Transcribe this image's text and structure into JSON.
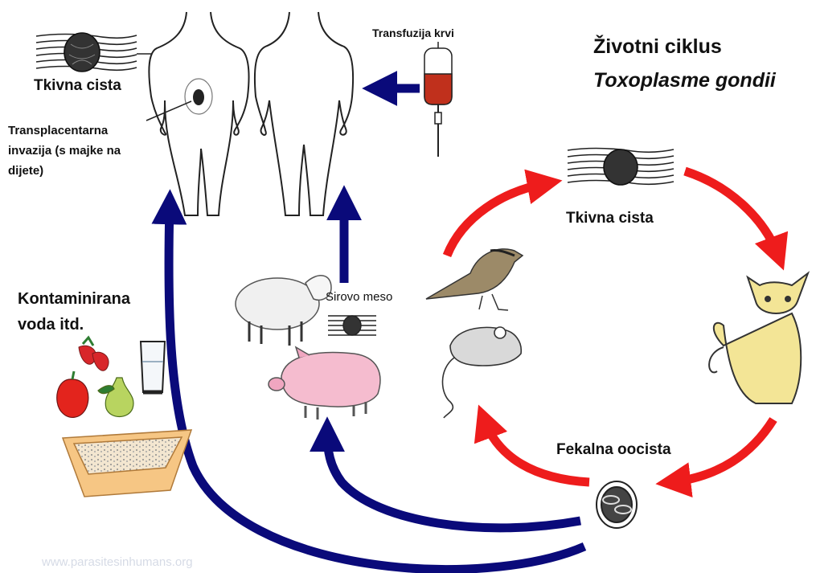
{
  "diagram": {
    "title_line1": "Životni ciklus",
    "title_line2": "Toxoplasme gondii",
    "labels": {
      "tissue_cyst_human": "Tkivna cista",
      "transplacental": "Transplacentarna invazija (s majke na dijete)",
      "blood_transfusion": "Transfuzija krvi",
      "tissue_cyst_cycle": "Tkivna cista",
      "contaminated_water": "Kontaminirana voda itd.",
      "raw_meat": "Sirovo meso",
      "fecal_oocyst": "Fekalna oocista"
    },
    "watermark": "www.parasitesinhumans.org",
    "colors": {
      "blue_arrow": "#0a0a7a",
      "red_arrow": "#ee1c1c",
      "blood": "#c0301c",
      "cat": "#f3e596",
      "pig": "#f5bccf",
      "litter_box": "#f6c684"
    }
  }
}
